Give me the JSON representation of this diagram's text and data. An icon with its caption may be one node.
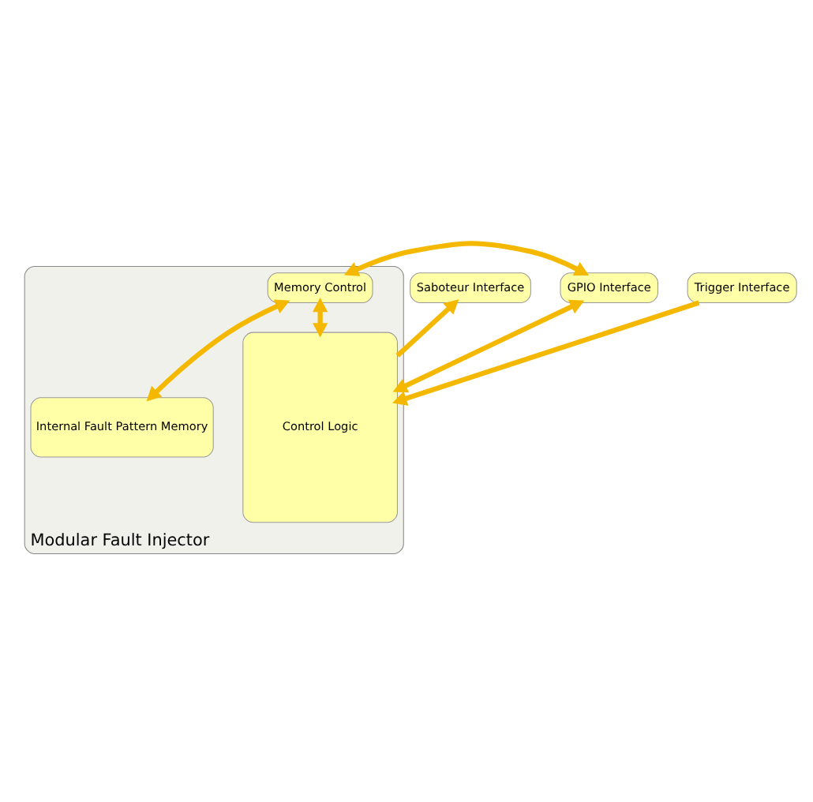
{
  "diagram": {
    "nodes": [
      {
        "text": [
          "Modular Fault Injector"
        ]
      },
      {
        "text": [
          "GPIO Interface"
        ]
      },
      {
        "text": [
          "Saboteur Interface"
        ]
      },
      {
        "text": [
          "Trigger Interface"
        ]
      },
      {
        "text": [
          "Memory Control"
        ],
        "in": 0
      },
      {
        "text": [
          "Internal Fault Pattern Memory"
        ],
        "in": 0
      },
      {
        "text": [
          "Control Logic"
        ],
        "in": 0
      }
    ],
    "edges": [
      {
        "from": 1,
        "to": 4,
        "arrow": "both"
      },
      {
        "from": 1,
        "to": 6,
        "arrow": "both"
      },
      {
        "from": 4,
        "to": 5,
        "arrow": "both"
      },
      {
        "from": 4,
        "to": 6,
        "arrow": "both"
      },
      {
        "from": 6,
        "to": 2,
        "arrow": "to"
      },
      {
        "from": 3,
        "to": 6,
        "arrow": "to"
      }
    ]
  }
}
